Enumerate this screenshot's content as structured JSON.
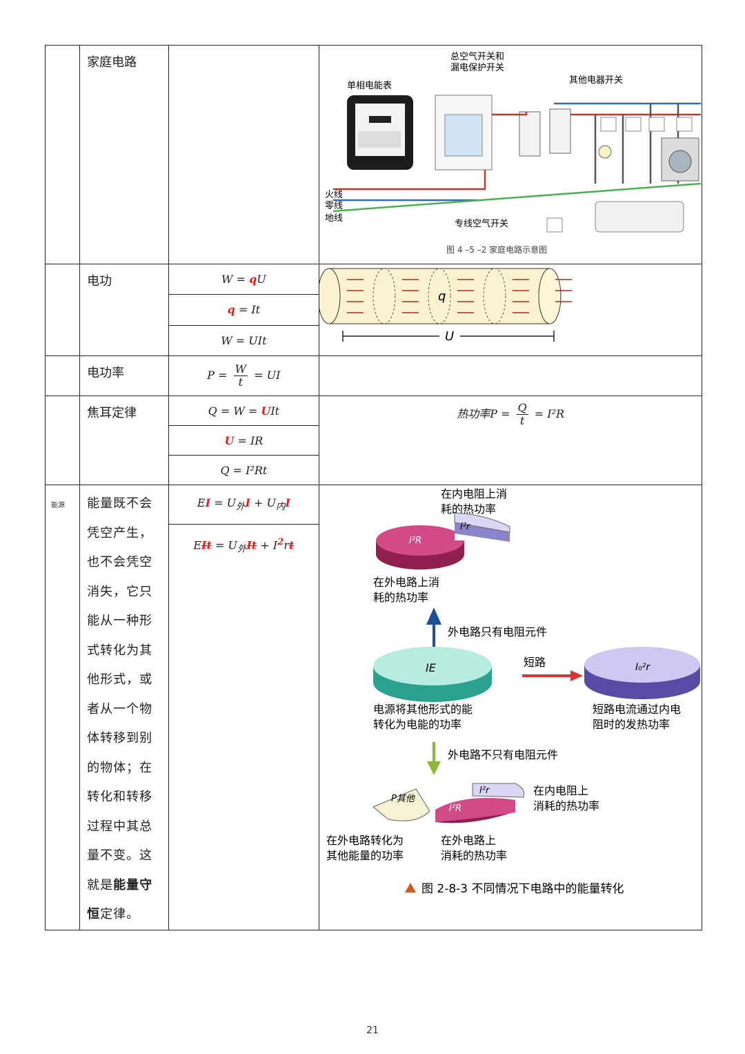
{
  "rows": {
    "household": {
      "label": "家庭电路",
      "fig": {
        "main_switch": "总空气开关和",
        "main_switch2": "漏电保护开关",
        "meter": "单相电能表",
        "other_switch": "其他电器开关",
        "live": "火线",
        "neutral": "零线",
        "ground": "地线",
        "dedicated": "专线空气开关",
        "caption": "图 4 –5 –2   家庭电路示意图"
      }
    },
    "work": {
      "label": "电功",
      "f1_left": "W = ",
      "f1_red": "q",
      "f1_right": "U",
      "f2_red": "q",
      "f2_right": " = It",
      "f3": "W = UIt",
      "fig": {
        "q": "q",
        "u": "U"
      }
    },
    "power": {
      "label": "电功率",
      "lhs": "P =",
      "num": "W",
      "den": "t",
      "rhs": "= UI"
    },
    "joule": {
      "label": "焦耳定律",
      "f1_left": "Q = W = ",
      "f1_red": "U",
      "f1_right": "It",
      "f2_red": "U",
      "f2_right": " = IR",
      "f3": "Q = I²Rt",
      "heat_lhs": "热功率P =",
      "heat_num": "Q",
      "heat_den": "t",
      "heat_rhs": "= I²R"
    },
    "energy": {
      "side": "能源",
      "p1": "能量既不会凭空产生，也不会凭空消失，它只能从一种形式转化为其他形式，或者从一个物体转移到别的物体；在转化和转移过程中其总量不变。这就是",
      "bold": "能量守恒",
      "p2": "定律。",
      "f1_a": "E",
      "f1_b": "I",
      "f1_c": " = U",
      "f1_d": "外",
      "f1_e": "I",
      "f1_f": " + U",
      "f1_g": "内",
      "f1_h": "I",
      "f2_a": "E",
      "f2_b": "It",
      "f2_c": " = U",
      "f2_d": "外",
      "f2_e": "It",
      "f2_f": " + I",
      "f2_g": "2",
      "f2_h": "r",
      "f2_i": "t",
      "fig": {
        "t1": "在内电阻上消",
        "t2": "耗的热功率",
        "i2r": "I²R",
        "ir": "I²r",
        "t3": "在外电路上消",
        "t4": "耗的热功率",
        "up_arrow": "外电路只有电阻元件",
        "ie": "IE",
        "short": "短路",
        "i0r": "I₀²r",
        "t5": "电源将其他形式的能",
        "t6": "转化为电能的功率",
        "t7": "短路电流通过内电",
        "t8": "阻时的发热功率",
        "down_arrow": "外电路不只有电阻元件",
        "pother": "P其他",
        "ir2": "I²r",
        "i2r2": "I²R",
        "t9": "在内电阻上",
        "t10": "消耗的热功率",
        "t11": "在外电路转化为",
        "t12": "其他能量的功率",
        "t13": "在外电路上",
        "t14": "消耗的热功率",
        "caption": "图 2-8-3   不同情况下电路中的能量转化"
      }
    }
  },
  "page_number": "21",
  "colors": {
    "red": "#e02020",
    "magenta": "#c0306a",
    "lavender": "#c8c0f0",
    "teal": "#b8ece0"
  }
}
